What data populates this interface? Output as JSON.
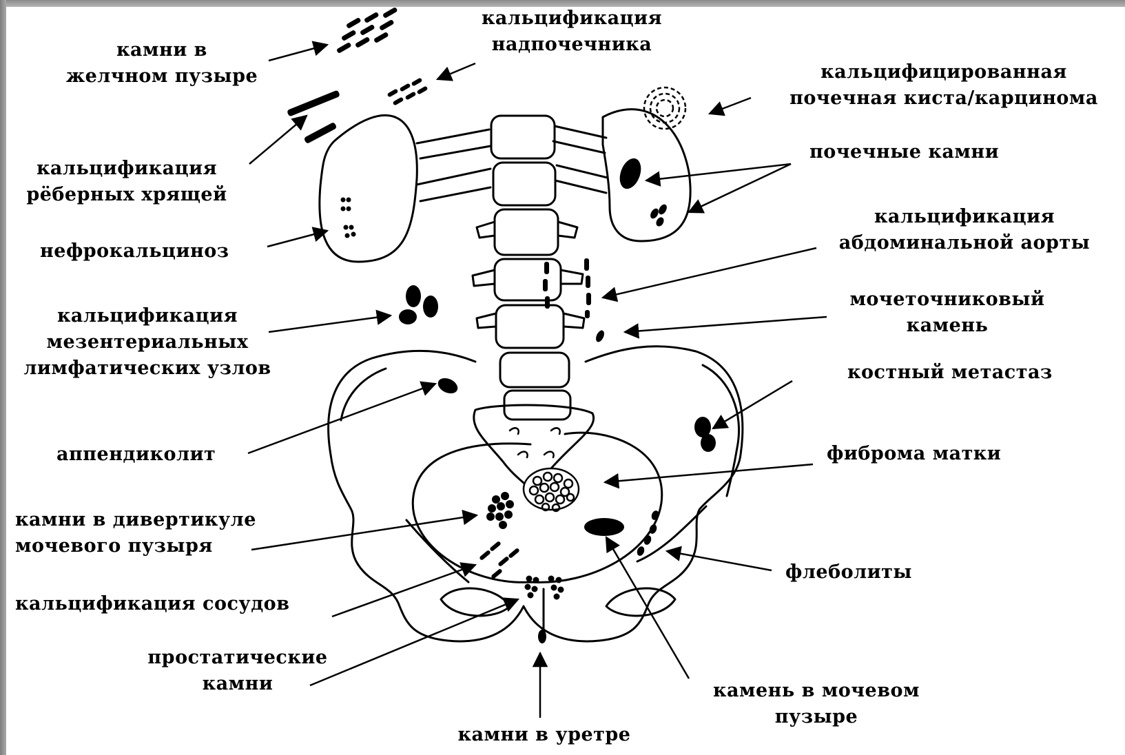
{
  "labels": {
    "adrenal_calc_1": "кальцификация",
    "adrenal_calc_2": "надпочечника",
    "gallstones_1": "камни в",
    "gallstones_2": "желчном пузыре",
    "renal_cyst_1": "кальцифицированная",
    "renal_cyst_2": "почечная киста/карцинома",
    "renal_stones": "почечные камни",
    "costal_calc_1": "кальцификация",
    "costal_calc_2": "рёберных хрящей",
    "nephrocalcinosis": "нефрокальциноз",
    "aortic_calc_1": "кальцификация",
    "aortic_calc_2": "абдоминальной аорты",
    "ureteric_stone_1": "мочеточниковый",
    "ureteric_stone_2": "камень",
    "mesenteric_calc_1": "кальцификация",
    "mesenteric_calc_2": "мезентериальных",
    "mesenteric_calc_3": "лимфатических узлов",
    "bone_metastasis": "костный метастаз",
    "appendicolith": "аппендиколит",
    "uterine_fibroid": "фиброма матки",
    "diverticulum_stones_1": "камни в дивертикуле",
    "diverticulum_stones_2": "мочевого пузыря",
    "phleboliths": "флеболиты",
    "vascular_calc": "кальцификация сосудов",
    "prostatic_stones_1": "простатические",
    "prostatic_stones_2": "камни",
    "bladder_stone_1": "камень в мочевом",
    "bladder_stone_2": "пузыре",
    "urethral_stones": "камни в уретре"
  }
}
